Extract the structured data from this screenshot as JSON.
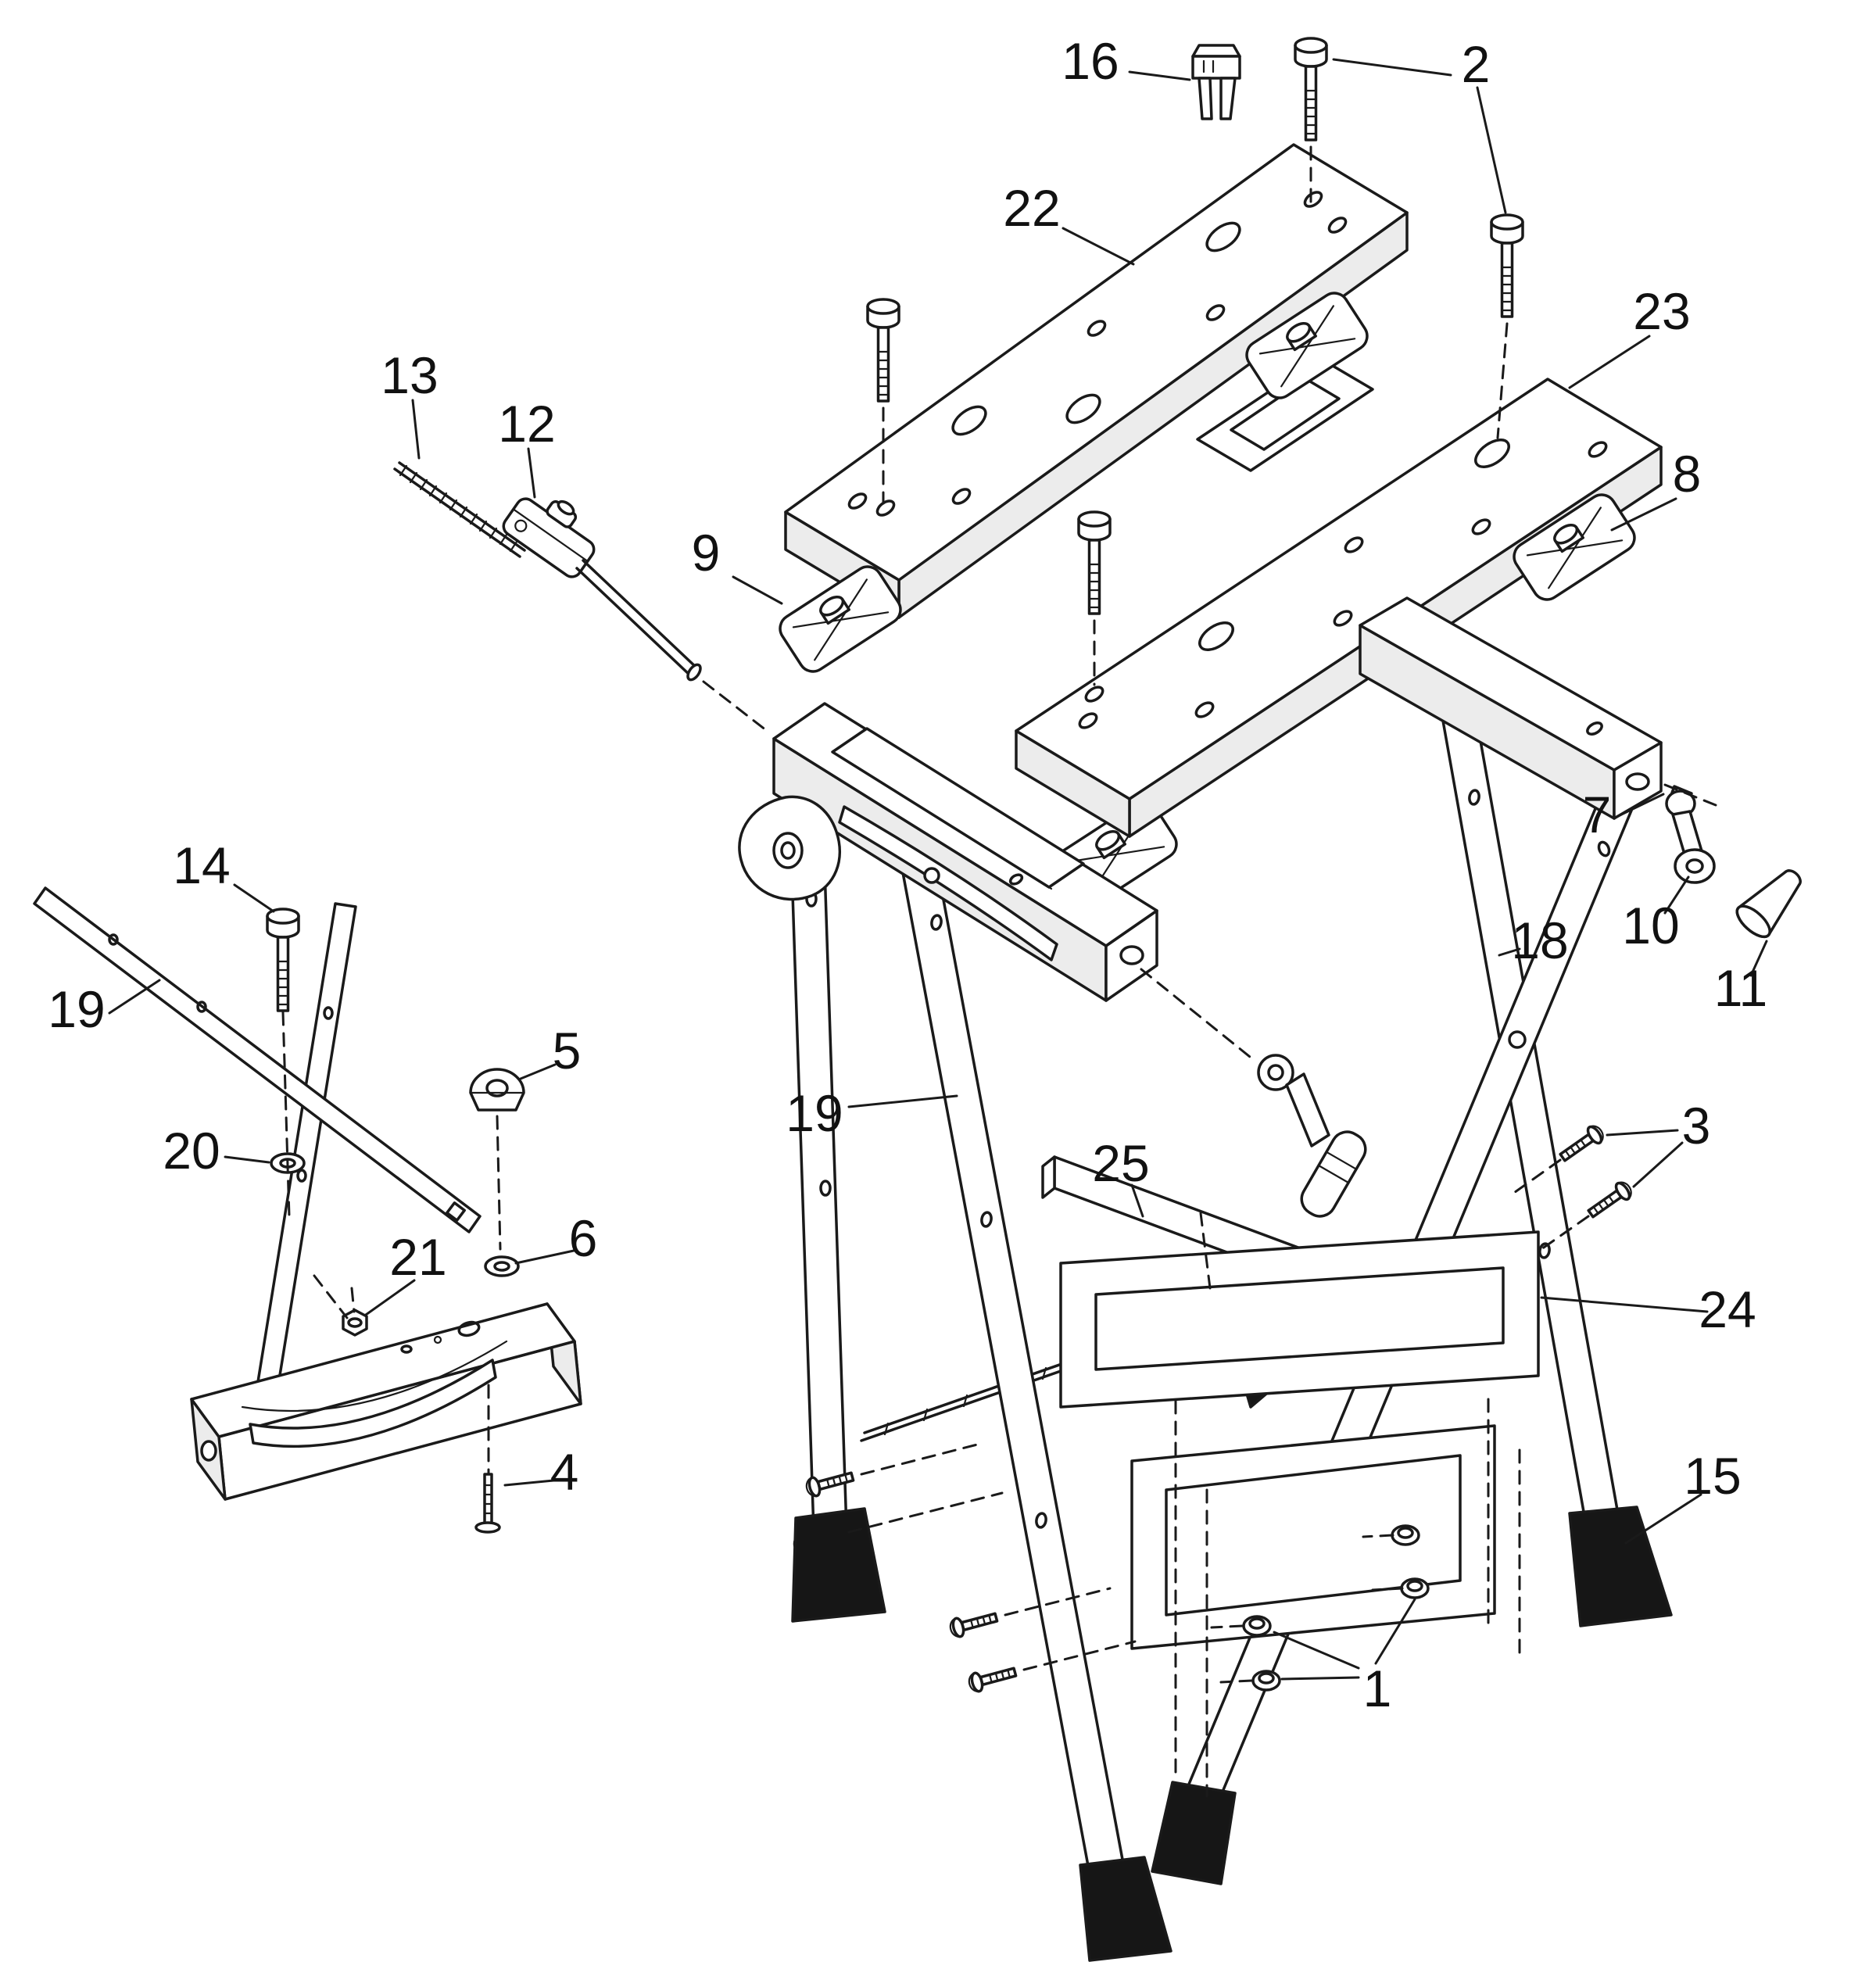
{
  "diagram": {
    "kind": "exploded-parts-diagram",
    "subject": "folding clamping workbench",
    "colors": {
      "background": "#ffffff",
      "line": "#1a1a1a",
      "rubber_feet": "#161616"
    },
    "callouts": [
      {
        "text": "16"
      },
      {
        "text": "2"
      },
      {
        "text": "22"
      },
      {
        "text": "23"
      },
      {
        "text": "13"
      },
      {
        "text": "12"
      },
      {
        "text": "8"
      },
      {
        "text": "9"
      },
      {
        "text": "7"
      },
      {
        "text": "14"
      },
      {
        "text": "10"
      },
      {
        "text": "18"
      },
      {
        "text": "11"
      },
      {
        "text": "19"
      },
      {
        "text": "5"
      },
      {
        "text": "20"
      },
      {
        "text": "19"
      },
      {
        "text": "6"
      },
      {
        "text": "21"
      },
      {
        "text": "25"
      },
      {
        "text": "3"
      },
      {
        "text": "24"
      },
      {
        "text": "4"
      },
      {
        "text": "15"
      },
      {
        "text": "1"
      }
    ]
  }
}
